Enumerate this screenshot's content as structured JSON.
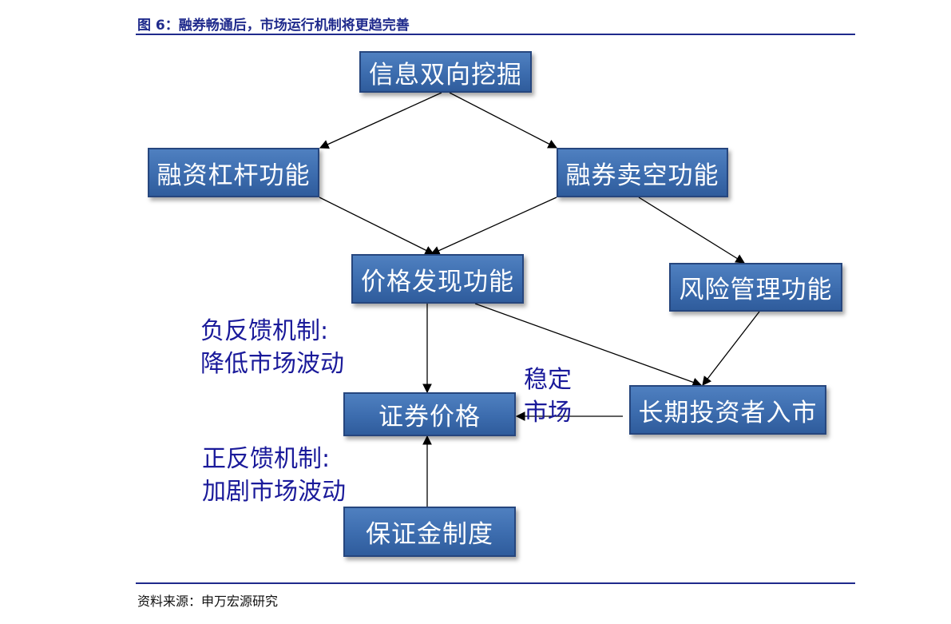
{
  "figure": {
    "title": "图 6：融券畅通后，市场运行机制将更趋完善",
    "source": "资料来源：申万宏源研究"
  },
  "nodes": {
    "info_mining": "信息双向挖掘",
    "leverage": "融资杠杆功能",
    "short_selling": "融券卖空功能",
    "price_discovery": "价格发现功能",
    "risk_management": "风险管理功能",
    "security_price": "证券价格",
    "long_term_investors": "长期投资者入市",
    "margin_system": "保证金制度"
  },
  "notes": {
    "negative_feedback": [
      "负反馈机制:",
      "降低市场波动"
    ],
    "positive_feedback": [
      "正反馈机制:",
      "加剧市场波动"
    ],
    "stabilize": [
      "稳定",
      "市场"
    ]
  },
  "edges": [
    {
      "from": "info_mining",
      "to": "leverage"
    },
    {
      "from": "info_mining",
      "to": "short_selling"
    },
    {
      "from": "leverage",
      "to": "price_discovery"
    },
    {
      "from": "short_selling",
      "to": "price_discovery"
    },
    {
      "from": "short_selling",
      "to": "risk_management"
    },
    {
      "from": "price_discovery",
      "to": "security_price"
    },
    {
      "from": "price_discovery",
      "to": "long_term_investors"
    },
    {
      "from": "risk_management",
      "to": "long_term_investors"
    },
    {
      "from": "long_term_investors",
      "to": "security_price",
      "label": "stabilize"
    },
    {
      "from": "margin_system",
      "to": "security_price"
    }
  ],
  "colors": {
    "node_fill": "#3c6cae",
    "node_border": "#26467e",
    "node_text": "#ffffff",
    "note_text": "#1a1a9a",
    "title_text": "#1f2a8c",
    "arrow": "#000000"
  }
}
